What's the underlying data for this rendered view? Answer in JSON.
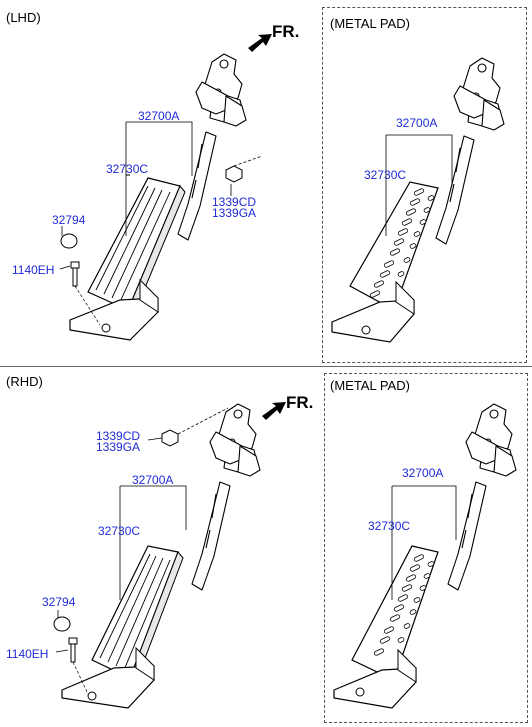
{
  "sections": {
    "lhd": {
      "title": "(LHD)",
      "direction": "FR.",
      "parts": {
        "assembly": "32700A",
        "pad": "32730C",
        "nut_1": "1339CD",
        "nut_2": "1339GA",
        "stopper": "32794",
        "bolt": "1140EH"
      },
      "metal_pad": {
        "title": "(METAL PAD)",
        "assembly": "32700A",
        "pad": "32730C"
      }
    },
    "rhd": {
      "title": "(RHD)",
      "direction": "FR.",
      "parts": {
        "assembly": "32700A",
        "pad": "32730C",
        "nut_1": "1339CD",
        "nut_2": "1339GA",
        "stopper": "32794",
        "bolt": "1140EH"
      },
      "metal_pad": {
        "title": "(METAL PAD)",
        "assembly": "32700A",
        "pad": "32730C"
      }
    }
  },
  "colors": {
    "label": "#1f2bd6",
    "line": "#000000",
    "frame": "#555555"
  }
}
